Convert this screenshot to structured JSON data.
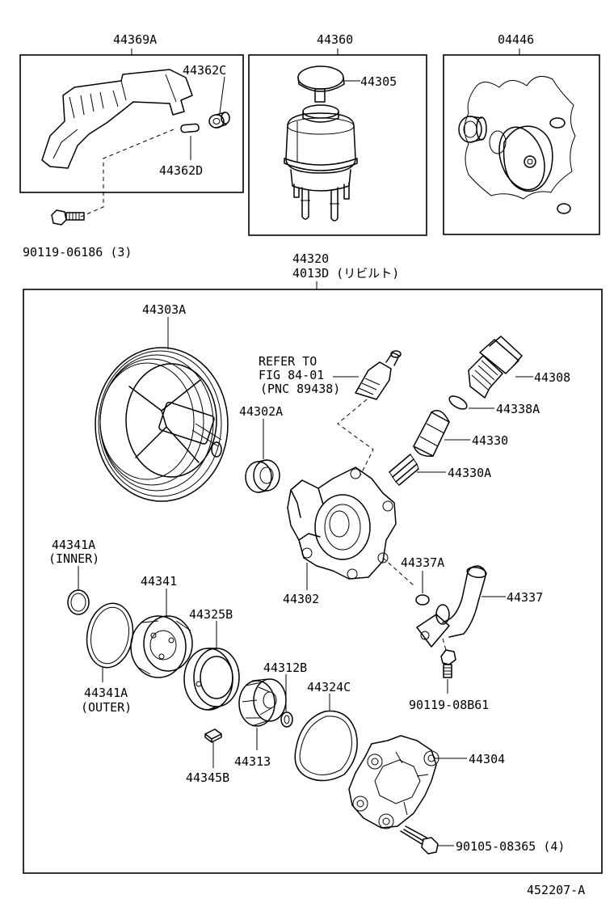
{
  "diagram_id": "452207-A",
  "groups": {
    "bracket": {
      "header": "44369A",
      "parts": {
        "collar": "44362C",
        "pin": "44362D"
      }
    },
    "reservoir": {
      "header": "44360",
      "parts": {
        "cap": "44305"
      }
    },
    "gasket_kit": {
      "header": "04446"
    },
    "pump_assembly": {
      "header_line1": "44320",
      "header_line2": "4013D (リビルト)"
    }
  },
  "standalone": {
    "bolt": "90119-06186 (3)"
  },
  "pump_parts": {
    "pulley": "44303A",
    "refer_note": [
      "REFER TO",
      "FIG 84-01",
      "(PNC 89438)"
    ],
    "seal": "44302A",
    "union": "44308",
    "union_oring": "44338A",
    "valve": "44330",
    "spring": "44330A",
    "housing": "44302",
    "oring_inner": [
      "44341A",
      "(INNER)"
    ],
    "cam_ring": "44341",
    "plate": "44325B",
    "snap_ring": "44312B",
    "oring_outer": [
      "44341A",
      "(OUTER)"
    ],
    "gasket": "44324C",
    "inlet_oring": "44337A",
    "inlet_pipe": "44337",
    "inlet_bolt": "90119-08B61",
    "rotor": "44313",
    "vane": "44345B",
    "cover": "44304",
    "cover_bolt": "90105-08365 (4)"
  }
}
